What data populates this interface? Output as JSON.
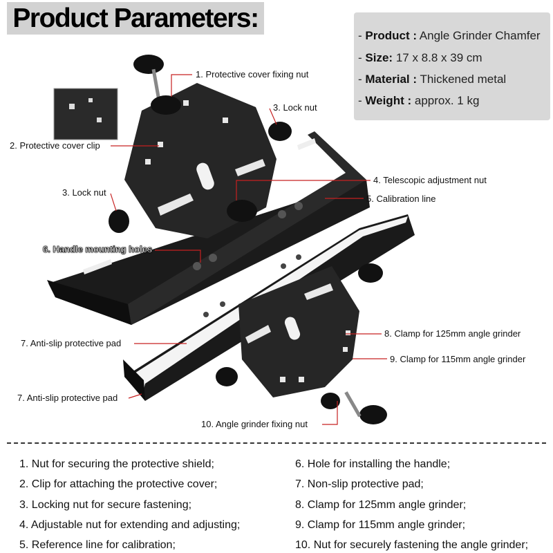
{
  "header": {
    "title": "Product Parameters:"
  },
  "specs": [
    {
      "label": "Product :",
      "value": "Angle Grinder Chamfer"
    },
    {
      "label": "Size:",
      "value": "17 x 8.8 x 39 cm"
    },
    {
      "label": "Material :",
      "value": "Thickened metal"
    },
    {
      "label": "Weight :",
      "value": "approx. 1 kg"
    }
  ],
  "callouts": [
    "1. Protective cover fixing nut",
    "2. Protective cover clip",
    "3. Lock nut",
    "3. Lock nut",
    "4. Telescopic adjustment nut",
    "5. Calibration line",
    "6. Handle mounting holes",
    "7. Anti-slip protective pad",
    "7. Anti-slip protective pad",
    "8. Clamp for 125mm angle grinder",
    "9. Clamp for 115mm angle grinder",
    "10. Angle grinder fixing nut"
  ],
  "descriptions_left": [
    "1. Nut for securing the protective shield;",
    "2. Clip for attaching the protective cover;",
    "3. Locking nut for secure fastening;",
    "4. Adjustable nut for extending and adjusting;",
    "5. Reference line for calibration;"
  ],
  "descriptions_right": [
    "6. Hole for installing the handle;",
    "7. Non-slip protective pad;",
    "8. Clamp for 125mm angle grinder;",
    "9. Clamp for 115mm angle grinder;",
    "10. Nut for securely fastening the angle grinder;"
  ]
}
